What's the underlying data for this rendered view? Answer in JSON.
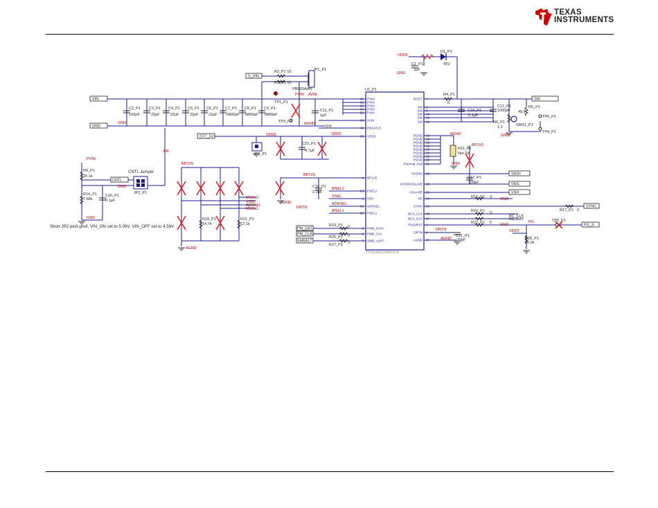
{
  "header": {
    "logo_line1": "TEXAS",
    "logo_line2": "INSTRUMENTS",
    "brand_color": "#cc0000"
  },
  "schematic": {
    "note": "Short JP2 pin3-pin4, VIN_ON set to 5.06V, VIN_OFF set to 4.59V",
    "nets": {
      "vin": "VIN",
      "gnd": "GND",
      "s_vin": "S_VIN",
      "pvin": "PVIN",
      "avin": "AVIN",
      "agnd": "AGND",
      "vdd5": "VDD5",
      "ext_5v": "EXT_5V",
      "en": "EN",
      "p1v5": "BP1V5",
      "cntl": "CNTL",
      "sw": "SW",
      "snsp": "SNS+",
      "snsm": "SNS-",
      "vsh": "VSH",
      "sync": "SYNC",
      "bc_clk": "BC_CLK",
      "bc_dat": "BC_DAT",
      "pg": "PG",
      "pg_s": "PG_S",
      "drtn": "DRTN",
      "msel2": "MSEL2",
      "msel1": "MSEL1",
      "vsel": "VSEL",
      "adrsel": "ADRSEL",
      "pm_data": "PM_DAT",
      "pm_clk": "PM_CLK",
      "smbalrt": "SMBALT"
    },
    "parts": {
      "u1": "U1_P1",
      "u1_part": "TPS546D24ARVFR",
      "jp1": "JP1_P1",
      "jp1_part": "PBD20AAN",
      "jp2": "JP2_P1",
      "cntl_jumper": "CNTL Jumper",
      "jp3": "JP3_P1",
      "d1": "D1_P1",
      "d1_val": "45V",
      "r2": "R2_P1 10",
      "r3": "R3_P1 10",
      "tp1": "TP1_P1",
      "tp3": "TP3_P1",
      "tp4": "TP4_P1",
      "tp5": "TP5_P1",
      "tp6": "TP6_P1",
      "c1": "C1_P1",
      "c1_val": "1µF",
      "c2": "C2_P1",
      "c2_val": "100µF",
      "c3": "C3_P1",
      "c3_val": "22µF",
      "c4": "C4_P1",
      "c4_val": "22µF",
      "c5": "C5_P1",
      "c5_val": "22µF",
      "c6": "C6_P1",
      "c6_val": "22µF",
      "c7": "C7_P1",
      "c7_val": "6800pF",
      "c8": "C8_P1",
      "c8_val": "6800pF",
      "c9": "C9_P1",
      "c9_val": "6800pF",
      "c11": "C11_P1",
      "c11_val": "1µF",
      "c15": "C15_P1",
      "c15_val": "4.7µF",
      "c16": "C16_P1",
      "c16_val": "2.2µF",
      "c17": "C17_P1",
      "c17_val": "100pF",
      "c19": "C19_P1",
      "c19_val": "0.1µF",
      "c20": "C20_P1",
      "c20_val": "0.1µF",
      "c21": "C21_P1",
      "c21_val": "33pF",
      "c12": "C12_P1",
      "c12_val": "1000pF",
      "r4": "R4_P1",
      "r4_val": "0",
      "r5": "R5_P1",
      "r5_val": "49.9",
      "r6": "R6_P1",
      "r6_val": "1.0",
      "r9": "R9_P1",
      "r9_val": "30.1k",
      "r14": "R14_P1",
      "r14_val": "7.68k",
      "r11": "R11_P1",
      "r11_val": "Net-Tie",
      "r15": "R15_P1",
      "r15_val": "0",
      "r16": "R16_P1",
      "r16_val": "0",
      "r17": "R17_P1",
      "r17_val": "0",
      "r22": "R22_P1",
      "r22_val": "0",
      "r23": "R23_P1",
      "r23_val": "0",
      "r25": "R25_P1",
      "r25_val": "0",
      "r27": "R27_P1",
      "r27_val": "0",
      "r28": "R28_P1",
      "r28_val": "10.0k",
      "r19": "R19_P1",
      "r19_val": "14.7k",
      "r21": "R21_P1",
      "r21_val": "12.1k",
      "sms1": "SMS1_P1",
      "gnd_label": "GND"
    },
    "u1_left_pins": [
      {
        "num": "31",
        "name": "PVIN"
      },
      {
        "num": "32",
        "name": "PVIN"
      },
      {
        "num": "33",
        "name": "PVIN"
      },
      {
        "num": "34",
        "name": "PVIN"
      },
      {
        "num": "35",
        "name": "PVIN"
      },
      {
        "num": "28",
        "name": "AVIN"
      },
      {
        "num": "40",
        "name": "EN/UVLO"
      },
      {
        "num": "39",
        "name": "VDD5"
      },
      {
        "num": "4",
        "name": "BP1V5"
      },
      {
        "num": "29",
        "name": "PSEL2"
      },
      {
        "num": "1",
        "name": "VSH"
      },
      {
        "num": "31",
        "name": "ADRSEL"
      },
      {
        "num": "30",
        "name": "PSEL1"
      },
      {
        "num": "5",
        "name": "PMB_DATA"
      },
      {
        "num": "6",
        "name": "PMB_CLK"
      },
      {
        "num": "7",
        "name": "SMB_ALRT"
      }
    ],
    "u1_right_pins": [
      {
        "num": "7",
        "name": "BOOT"
      },
      {
        "num": "8",
        "name": "SW"
      },
      {
        "num": "9",
        "name": "SW"
      },
      {
        "num": "10",
        "name": "SW"
      },
      {
        "num": "11",
        "name": "SW"
      },
      {
        "num": "12",
        "name": "SW"
      },
      {
        "num": "13",
        "name": "PGND"
      },
      {
        "num": "14",
        "name": "PGND"
      },
      {
        "num": "15",
        "name": "PGND"
      },
      {
        "num": "16",
        "name": "PGND"
      },
      {
        "num": "17",
        "name": "PGND"
      },
      {
        "num": "18",
        "name": "PGND"
      },
      {
        "num": "19",
        "name": "PGND"
      },
      {
        "num": "20",
        "name": "PGND"
      },
      {
        "num": "41",
        "name": "Thermal_Pad"
      },
      {
        "num": "22",
        "name": "VOSNS"
      },
      {
        "num": "23",
        "name": "GOSNS/SLAVE"
      },
      {
        "num": "25",
        "name": "VSHARE"
      },
      {
        "num": "24",
        "name": "NC"
      },
      {
        "num": "26",
        "name": "SYNC"
      },
      {
        "num": "38",
        "name": "BCX_CLK"
      },
      {
        "num": "37",
        "name": "BCX_DAT"
      },
      {
        "num": "2",
        "name": "PGD/RST"
      },
      {
        "num": "3",
        "name": "DRTN"
      },
      {
        "num": "27",
        "name": "AGND"
      }
    ],
    "colors": {
      "wire": "#1a1a8c",
      "net_label": "#b00000",
      "part": "#222222",
      "dnp": "#dd2222",
      "ground": "#333333"
    }
  }
}
